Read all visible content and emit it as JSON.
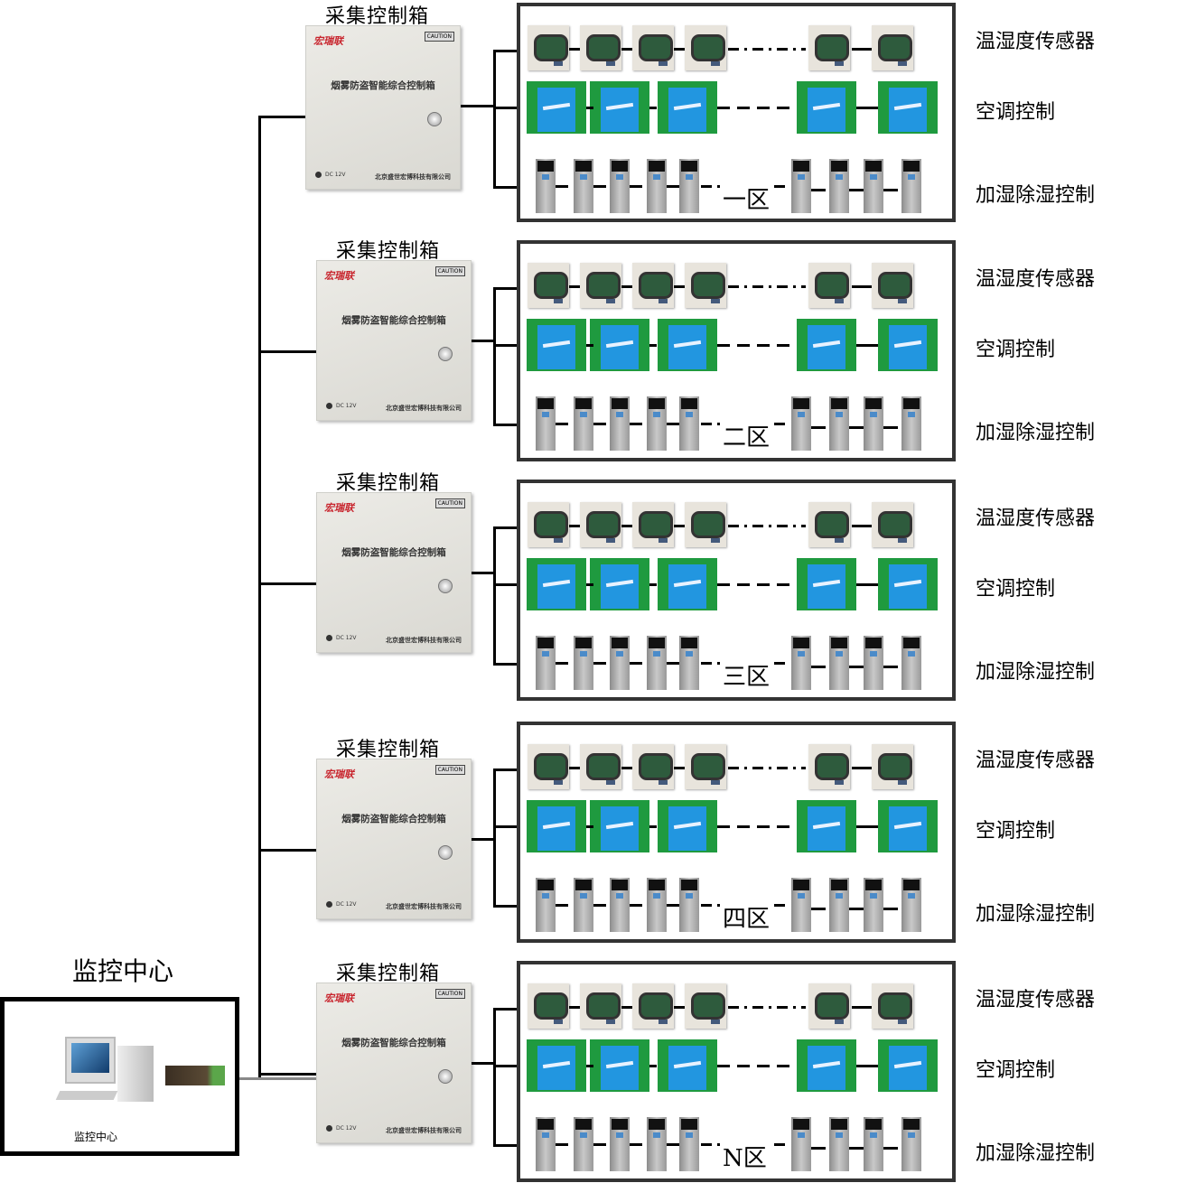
{
  "center": {
    "title": "监控中心",
    "caption": "监控中心",
    "devices": [
      "computer-icon",
      "serial-converter-icon"
    ]
  },
  "cabinet": {
    "title": "采集控制箱",
    "brand": "宏瑞联",
    "caution": "CAUTION",
    "name": "烟雾防盗智能综合控制箱",
    "power": "DC 12V",
    "company": "北京盛世宏博科技有限公司"
  },
  "zones": [
    {
      "label": "一区",
      "rows": [
        "温湿度传感器",
        "空调控制",
        "加湿除湿控制"
      ]
    },
    {
      "label": "二区",
      "rows": [
        "温湿度传感器",
        "空调控制",
        "加湿除湿控制"
      ]
    },
    {
      "label": "三区",
      "rows": [
        "温湿度传感器",
        "空调控制",
        "加湿除湿控制"
      ]
    },
    {
      "label": "四区",
      "rows": [
        "温湿度传感器",
        "空调控制",
        "加湿除湿控制"
      ]
    },
    {
      "label": "N区",
      "rows": [
        "温湿度传感器",
        "空调控制",
        "加湿除湿控制"
      ]
    }
  ]
}
